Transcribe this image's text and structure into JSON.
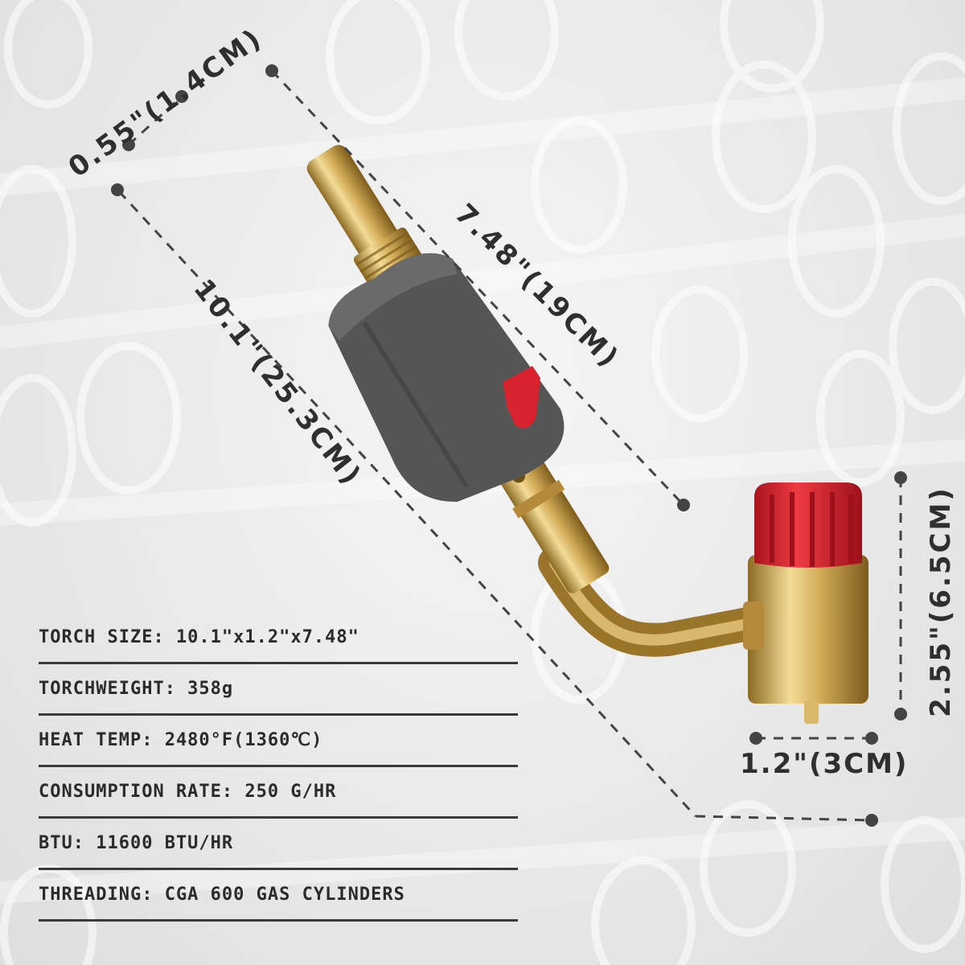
{
  "dimensions": {
    "tip_diameter": "0.55\"(1.4CM)",
    "torch_length": "7.48\"(19CM)",
    "overall_length": "10.1\"(25.3CM)",
    "regulator_height": "2.55\"(6.5CM)",
    "regulator_width": "1.2\"(3CM)"
  },
  "specs": [
    {
      "text": "TORCH SIZE: 10.1\"x1.2\"x7.48\""
    },
    {
      "text": "TORCHWEIGHT: 358g"
    },
    {
      "text": "HEAT TEMP: 2480°F(1360℃)"
    },
    {
      "text": "CONSUMPTION RATE: 250 G/HR"
    },
    {
      "text": "BTU: 11600 BTU/HR"
    },
    {
      "text": "THREADING: CGA 600 GAS CYLINDERS"
    }
  ],
  "colors": {
    "brass": "#c8a24a",
    "handle": "#555555",
    "trigger_red": "#d8232e",
    "label_text": "#2f2f2f"
  }
}
